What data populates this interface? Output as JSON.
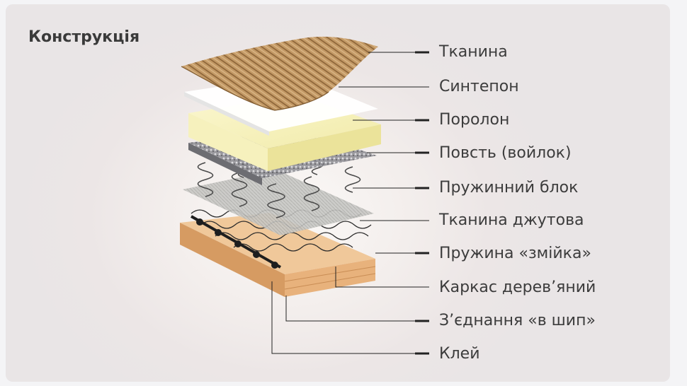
{
  "title": "Конструкція",
  "layers": [
    {
      "label": "Тканина"
    },
    {
      "label": "Синтепон"
    },
    {
      "label": "Поролон"
    },
    {
      "label": "Повсть (войлок)"
    },
    {
      "label": "Пружинний блок"
    },
    {
      "label": "Тканина джутова"
    },
    {
      "label": "Пружина «змійка»"
    },
    {
      "label": "Каркас дерев’яний"
    },
    {
      "label": "З’єднання «в шип»"
    },
    {
      "label": "Клей"
    }
  ],
  "colors": {
    "fabric": "#b98f5c",
    "foam": "#f3eeb4",
    "wood": "#e9bd8a",
    "leader": "#222222"
  }
}
